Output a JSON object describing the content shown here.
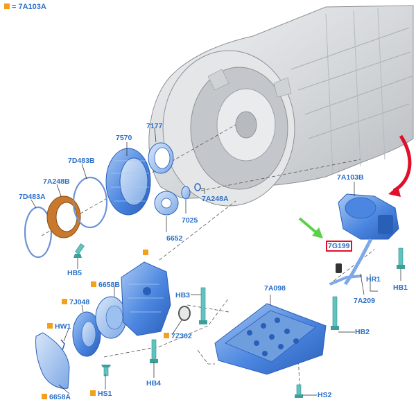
{
  "legend": {
    "text": "= 7A103A",
    "marker_color": "#f2a01d"
  },
  "labels": {
    "l7A103B": "7A103B",
    "l7G199": "7G199",
    "lHR1": "HR1",
    "l7A209": "7A209",
    "lHB1": "HB1",
    "lHB2": "HB2",
    "l7A098": "7A098",
    "lHS2": "HS2",
    "l7570": "7570",
    "l7177": "7177",
    "l7D483B": "7D483B",
    "l7A248B": "7A248B",
    "l7D483A": "7D483A",
    "l7A248A": "7A248A",
    "l7025": "7025",
    "l6652": "6652",
    "lHB5": "HB5",
    "l6658B": "6658B",
    "l7J048": "7J048",
    "lHW1": "HW1",
    "l6658A": "6658A",
    "lHS1": "HS1",
    "lHB3": "HB3",
    "l7Z302": "7Z302",
    "lHB4": "HB4"
  },
  "colors": {
    "part_blue": "#4b86e0",
    "part_blue_light": "#9cc0ef",
    "housing_gray": "#d7dadd",
    "label_blue": "#2a6fc8",
    "orange_ring": "#c8792d",
    "arrow_red": "#e0102a",
    "arrow_green": "#5bd14a",
    "highlight_box": "#e0102a"
  },
  "icons": [
    "red-curved-arrow-icon",
    "green-arrow-icon",
    "orange-square-marker-icon"
  ]
}
